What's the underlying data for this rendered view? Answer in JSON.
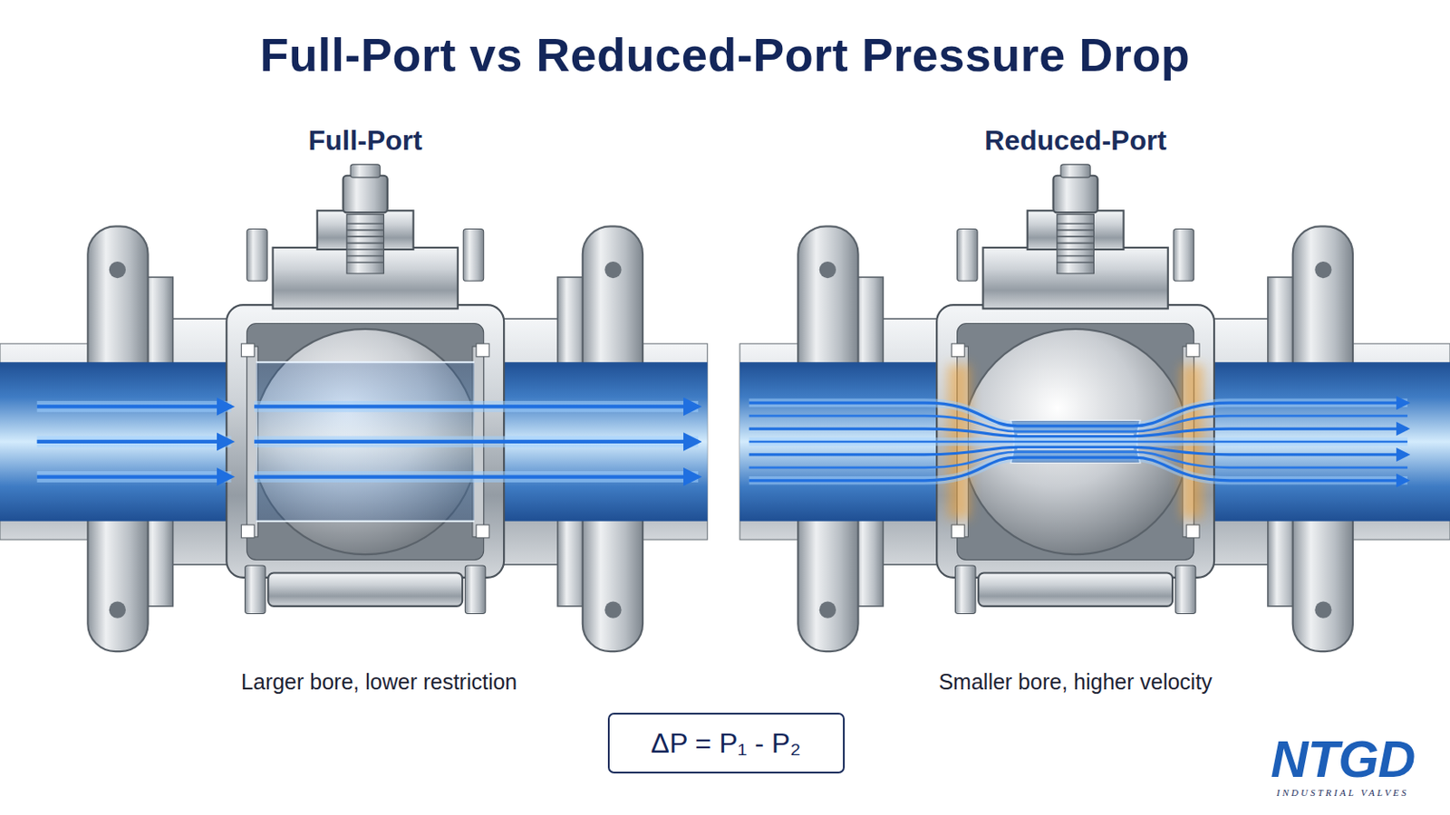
{
  "diagram": {
    "title": "Full-Port vs Reduced-Port Pressure Drop",
    "nodes": [
      {
        "text": [
          "ΔP = P₁ - P₂"
        ]
      }
    ],
    "labels": [
      "Full-Port",
      "Reduced-Port",
      "Larger bore, lower restriction",
      "Smaller bore, higher velocity",
      "NTGD",
      "INDUSTRIAL VALVES"
    ]
  }
}
